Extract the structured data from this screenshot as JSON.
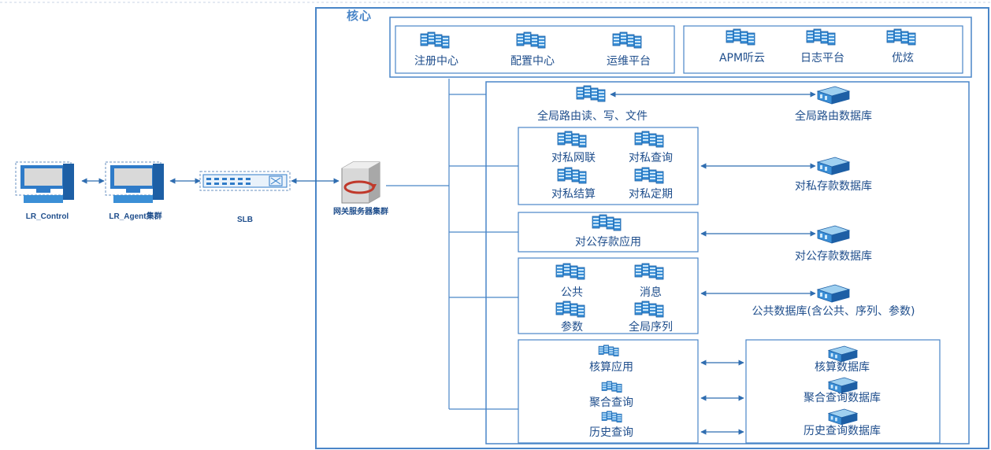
{
  "core_title": "核心",
  "client": {
    "control": "LR_Control",
    "agent": "LR_Agent集群",
    "slb": "SLB",
    "gateway": "网关服务器集群"
  },
  "top_services": {
    "left": [
      "注册中心",
      "配置中心",
      "运维平台"
    ],
    "right": [
      "APM听云",
      "日志平台",
      "优炫"
    ]
  },
  "routing": {
    "app": "全局路由读、写、文件",
    "db": "全局路由数据库"
  },
  "private": {
    "apps": [
      "对私网联",
      "对私查询",
      "对私结算",
      "对私定期"
    ],
    "db": "对私存款数据库"
  },
  "corporate": {
    "app": "对公存款应用",
    "db": "对公存款数据库"
  },
  "public": {
    "apps": [
      "公共",
      "消息",
      "参数",
      "全局序列"
    ],
    "db": "公共数据库(含公共、序列、参数)"
  },
  "accounting": {
    "apps": [
      "核算应用",
      "聚合查询",
      "历史查询"
    ],
    "dbs": [
      "核算数据库",
      "聚合查询数据库",
      "历史查询数据库"
    ]
  },
  "colors": {
    "line": "#4a86c8",
    "text": "#1f4e8c",
    "icon_light": "#9fd0f0",
    "icon_mid": "#3b8fd6",
    "icon_dark": "#1d5fa5"
  }
}
